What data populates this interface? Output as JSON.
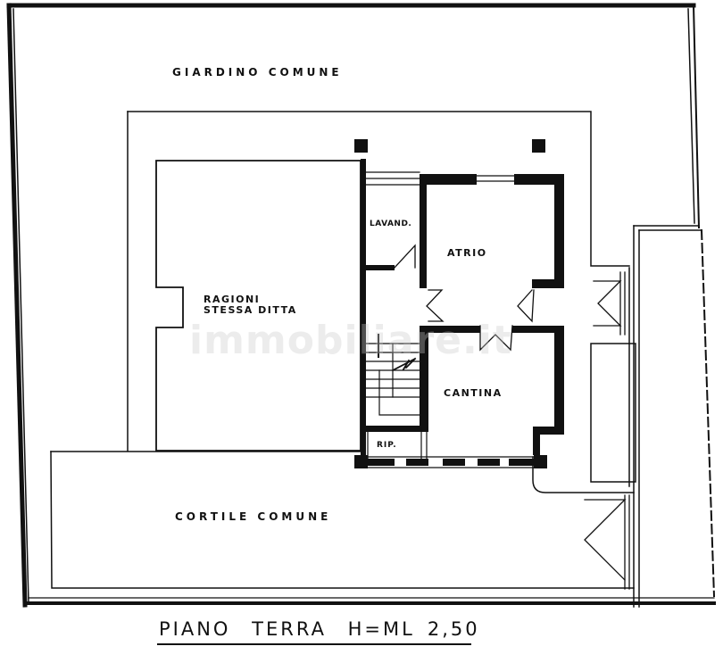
{
  "plan": {
    "title": {
      "floor": "PIANO",
      "level": "TERRA",
      "height_label": "H=ML",
      "height_value": "2,50"
    },
    "areas": {
      "garden": "GIARDINO COMUNE",
      "courtyard": "CORTILE COMUNE"
    },
    "rooms": {
      "owned_by_same_firm_line1": "RAGIONI",
      "owned_by_same_firm_line2": "STESSA DITTA",
      "laundry": "LAVAND.",
      "hall": "ATRIO",
      "cellar": "CANTINA",
      "storage": "RIP."
    },
    "watermark": "immobiliare.it",
    "colors": {
      "ink": "#111111",
      "paper": "#ffffff",
      "watermark": "#c8c8c8"
    }
  }
}
